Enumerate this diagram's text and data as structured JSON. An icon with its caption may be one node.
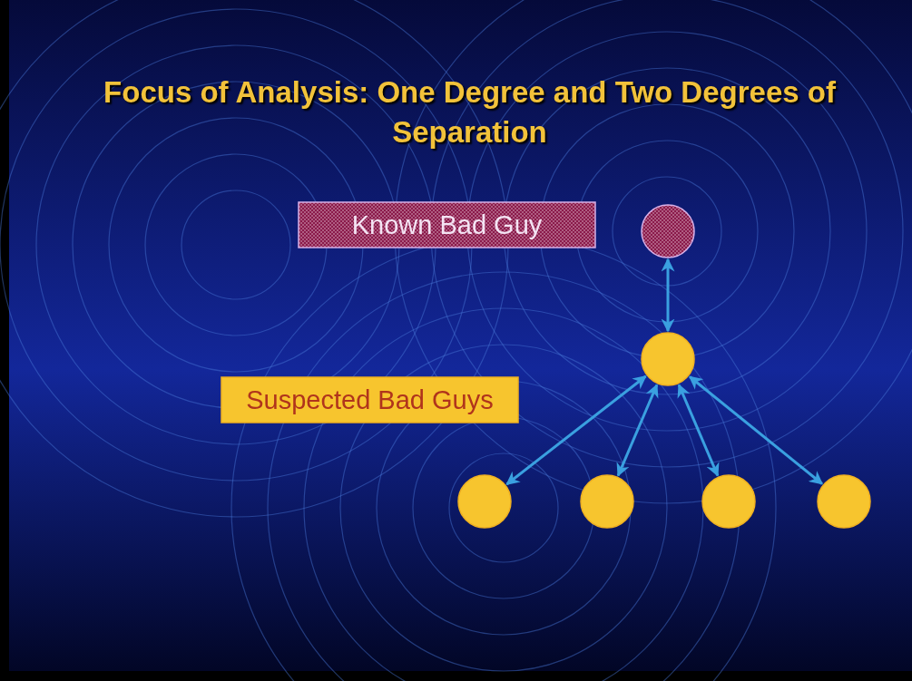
{
  "diagram": {
    "title": "Focus of Analysis: One Degree and Two Degrees of Separation",
    "nodes": [
      {
        "text": [
          "Known Bad Guy"
        ]
      },
      {
        "text": [
          "Suspected Bad Guys"
        ]
      },
      {
        "text": [],
        "shape": "circle"
      },
      {
        "text": [],
        "shape": "circle"
      },
      {
        "text": [],
        "shape": "circle"
      },
      {
        "text": [],
        "shape": "circle"
      },
      {
        "text": [],
        "shape": "circle"
      },
      {
        "text": [],
        "shape": "circle"
      }
    ],
    "edges": [
      {
        "from": 3,
        "to": 2,
        "arrow": "both"
      },
      {
        "from": 3,
        "to": 4,
        "arrow": "both"
      },
      {
        "from": 3,
        "to": 5,
        "arrow": "both"
      },
      {
        "from": 3,
        "to": 6,
        "arrow": "both"
      },
      {
        "from": 3,
        "to": 7,
        "arrow": "both"
      }
    ]
  }
}
